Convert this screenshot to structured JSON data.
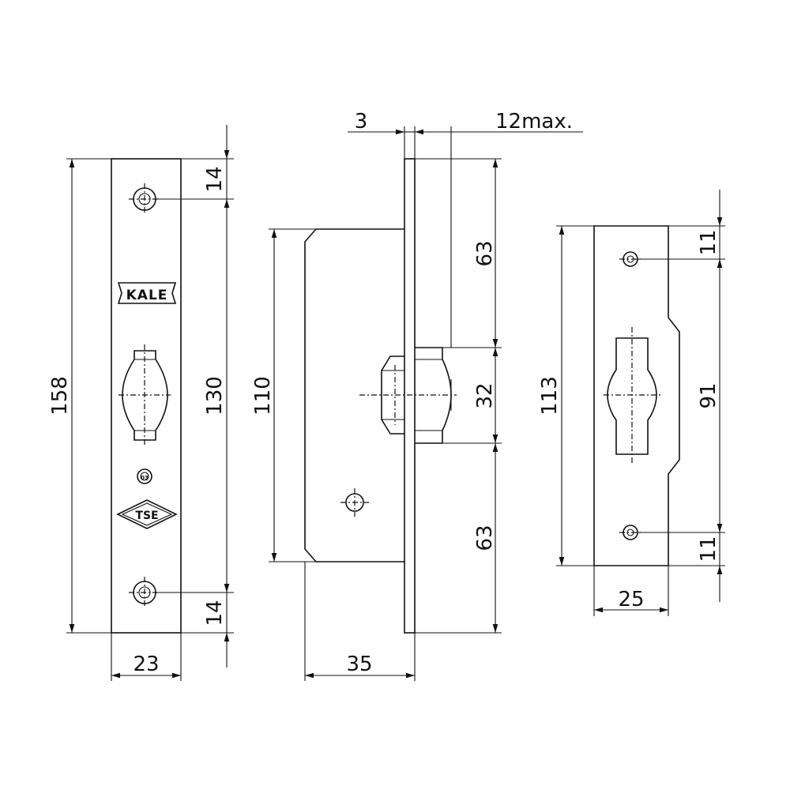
{
  "front_view": {
    "overall_height": "158",
    "hole_spacing": "130",
    "top_hole_offset": "14",
    "bottom_hole_offset": "14",
    "width": "23",
    "brand_logo": "KALE",
    "cert_mark": "TSE",
    "small_mark": "03"
  },
  "side_view": {
    "faceplate_thickness": "3",
    "throw": "12max.",
    "body_height": "110",
    "upper_offset": "63",
    "latch_height": "32",
    "lower_offset": "63",
    "depth": "35"
  },
  "strike_plate": {
    "height": "113",
    "hole_spacing": "91",
    "top_offset": "11",
    "bottom_offset": "11",
    "width": "25"
  }
}
